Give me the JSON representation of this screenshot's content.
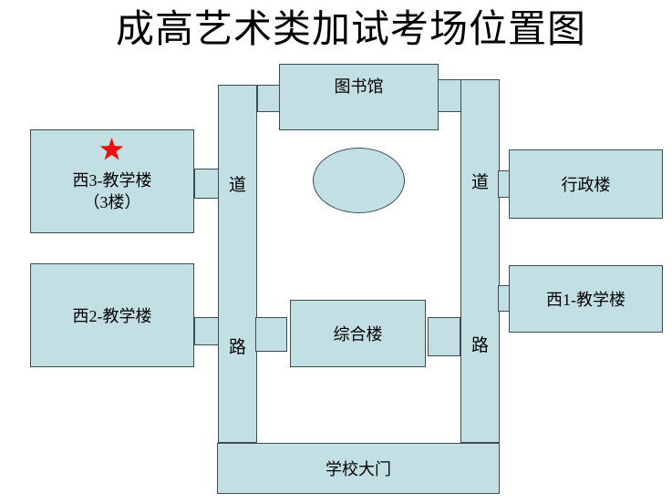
{
  "title": "成高艺术类加试考场位置图",
  "colors": {
    "shape_fill": "#c2dfe3",
    "shape_border": "#3d4c52",
    "star": "#ed0f0f",
    "text": "#000000",
    "background": "#ffffff"
  },
  "buildings": {
    "library": "图书馆",
    "west3_line1": "西3-教学楼",
    "west3_line2": "（3楼）",
    "admin": "行政楼",
    "west2": "西2-教学楼",
    "complex": "综合楼",
    "west1": "西1-教学楼",
    "gate": "学校大门"
  },
  "roads": {
    "left_top": "道",
    "left_bottom": "路",
    "right_top": "道",
    "right_bottom": "路"
  },
  "marker": {
    "type": "star",
    "meaning": "exam-location-marker"
  }
}
